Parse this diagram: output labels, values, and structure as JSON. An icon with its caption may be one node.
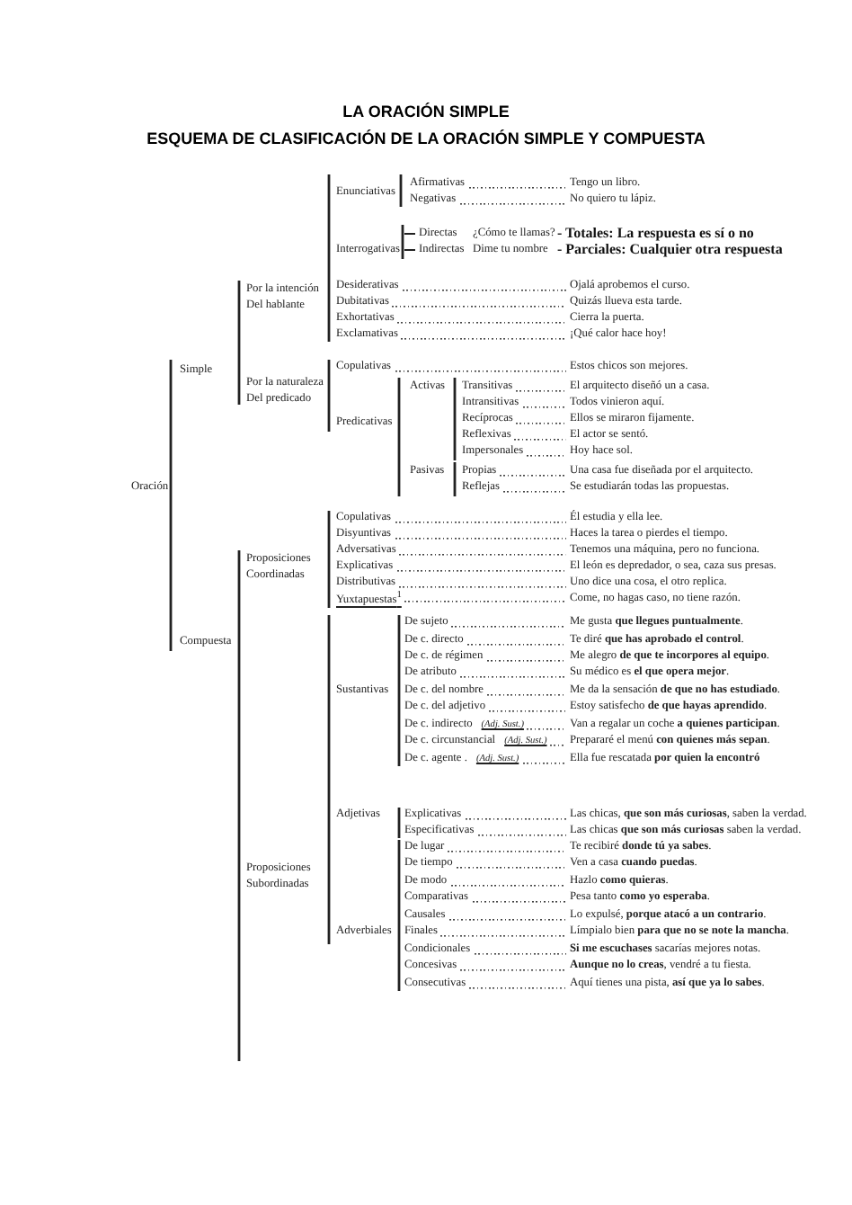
{
  "diagram": {
    "title": "LA ORACIÓN SIMPLE",
    "labels": [
      "ESQUEMA DE CLASIFICACIÓN DE LA ORACIÓN SIMPLE Y COMPUESTA",
      "Afirmativas",
      "Tengo un libro.",
      "Enunciativas",
      "Negativas",
      "No quiero tu lápiz.",
      "Directas",
      "¿Cómo te llamas?",
      "- Totales: La respuesta es sí o no",
      "Interrogativas",
      "Indirectas",
      "Dime tu nombre",
      "- Parciales: Cualquier otra respuesta",
      "Desiderativas",
      "Ojalá aprobemos el curso.",
      "Por la intención Del hablante",
      "Dubitativas",
      "Quizás llueva esta tarde.",
      "Exhortativas",
      "Cierra la puerta.",
      "Exclamativas",
      "¡Qué calor hace hoy!",
      "Simple",
      "Copulativas",
      "Estos chicos son mejores.",
      "Por la naturaleza Del predicado",
      "Activas",
      "Transitivas",
      "El arquitecto diseñó un a casa.",
      "Intransitivas",
      "Todos vinieron aquí.",
      "Predicativas",
      "Recíprocas",
      "Ellos se miraron fijamente.",
      "Reflexivas",
      "El actor se sentó.",
      "Impersonales",
      "Hoy hace sol.",
      "Oración",
      "Pasivas",
      "Propias",
      "Una casa fue diseñada por el arquitecto.",
      "Reflejas",
      "Se estudiarán todas las propuestas.",
      "Copulativas",
      "Él estudia y ella lee.",
      "Disyuntivas",
      "Haces la tarea o pierdes el tiempo.",
      "Adversativas",
      "Tenemos una máquina, pero no funciona.",
      "Proposiciones Coordinadas",
      "Explicativas",
      "El león es depredador, o sea, caza sus presas.",
      "Distributivas",
      "Uno dice una cosa, el otro replica.",
      "Yuxtapuestas$^{1}$",
      "Come, no hagas caso, no tiene razón.",
      "De sujeto",
      "Me gusta **que llegues puntualmente**.",
      "Compuesta",
      "De c. directo",
      "Te diré **que has aprobado el control**.",
      "De c. de régimen",
      "Me alegro **de que te incorpores al equipo**.",
      "De atributo",
      "Su médico es **el que opera mejor**.",
      "Sustantivas",
      "De c. del nombre",
      "Me da la sensación **de que no has estudiado**.",
      "De c. del adjetivo",
      "Estoy satisfecho **de que hayas aprendido**.",
      "De c. indirecto",
      "(Adj. Sust.)",
      "Van a regalar un coche **a quienes participan**.",
      "De c. circunstancial",
      "(Adj. Sust.)",
      "Prepararé el menú **con quienes más sepan**.",
      "De c. agente .",
      "(Adj. Sust.)",
      "Ella fue rescatada **por quien la encontró**",
      "Adjetivas",
      "Explicativas",
      "Las chicas, **que son más curiosas**, saben la verdad.",
      "Especificativas",
      "Las chicas **que son más curiosas** saben la verdad.",
      "Proposiciones Subordinadas",
      "De lugar",
      "Te recibiré **donde tú ya sabes**.",
      "De tiempo",
      "Ven a casa **cuando puedas**.",
      "De modo",
      "Hazlo **como quieras**.",
      "Comparativas",
      "Pesa tanto **como yo esperaba**.",
      "Adverbiales",
      "Causales",
      "Lo expulsé, **porque atacó a un contrario**.",
      "Finales",
      "Límpialo bien **para que no se note la mancha**.",
      "Condicionales",
      "**Si me escuchases** sacarías mejores notas.",
      "Concesivas",
      "**Aunque no lo creas**, vendré a tu fiesta.",
      "Consecutivas",
      "Aquí tienes una pista, **así que ya lo sabes**."
    ]
  }
}
